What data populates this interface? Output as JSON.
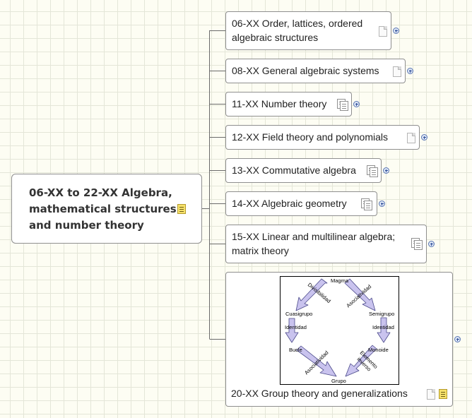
{
  "root": {
    "label": "06-XX to 22-XX Algebra, mathematical structures and number theory",
    "icon": "note-icon"
  },
  "topics": [
    {
      "label_lines": [
        "06-XX Order, lattices, ordered",
        "algebraic structures"
      ],
      "icon": "document-icon"
    },
    {
      "label_lines": [
        "08-XX General algebraic systems"
      ],
      "icon": "document-icon"
    },
    {
      "label_lines": [
        "11-XX Number theory"
      ],
      "icon": "notes-icon"
    },
    {
      "label_lines": [
        "12-XX Field theory and polynomials"
      ],
      "icon": "document-icon"
    },
    {
      "label_lines": [
        "13-XX Commutative algebra"
      ],
      "icon": "notes-icon"
    },
    {
      "label_lines": [
        "14-XX Algebraic geometry"
      ],
      "icon": "notes-icon"
    },
    {
      "label_lines": [
        "15-XX Linear and multilinear algebra;",
        "matrix theory"
      ],
      "icon": "notes-icon"
    },
    {
      "label_lines": [
        "20-XX Group theory and generalizations"
      ],
      "icon": "document-icon",
      "extra_icon": "note-icon"
    }
  ],
  "group_diagram": {
    "nodes": {
      "magma": "Magma",
      "cuasigrupo": "Cuasigrupo",
      "semigrupo": "Semigrupo",
      "bucle": "Bucle",
      "monoide": "Monoide",
      "grupo": "Grupo"
    },
    "edges": {
      "magma_cuasigrupo": "Divisibilidad",
      "magma_semigrupo": "Asociatividad",
      "cuasigrupo_bucle": "Identidad",
      "semigrupo_monoide": "Identidad",
      "bucle_grupo": "Asociatividad",
      "monoide_grupo_1": "Elemento",
      "monoide_grupo_2": "inverso"
    }
  },
  "colors": {
    "connector": "#6b6b6b",
    "node_border": "#8f8f8f",
    "expander": "#2b4b96",
    "arrow_fill": "#c9c3ee",
    "grid": "#e4e6d8"
  }
}
